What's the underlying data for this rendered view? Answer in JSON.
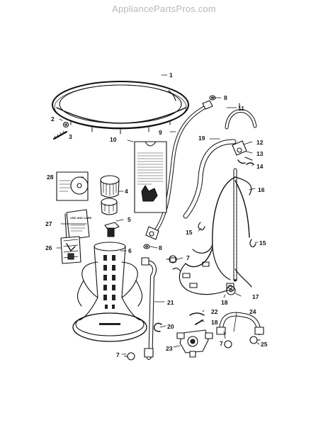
{
  "watermark": "AppliancePartsPros.com",
  "part_numbers": [
    "1",
    "2",
    "3",
    "4",
    "5",
    "6",
    "7",
    "8",
    "9",
    "10",
    "11",
    "12",
    "13",
    "14",
    "15",
    "16",
    "17",
    "18",
    "19",
    "20",
    "21",
    "22",
    "23",
    "24",
    "25",
    "26",
    "27",
    "28"
  ],
  "book_label": "USE AND CARE"
}
